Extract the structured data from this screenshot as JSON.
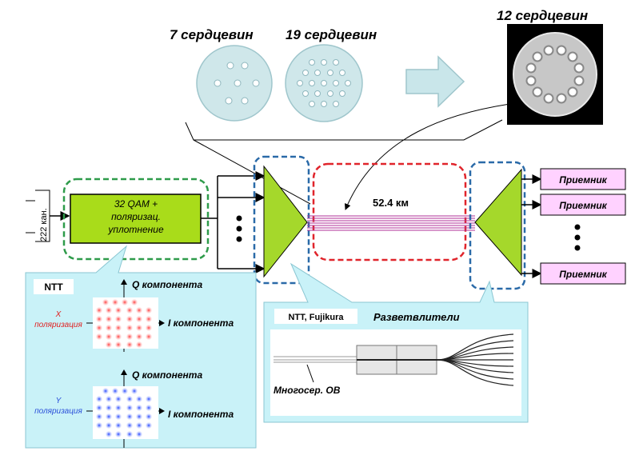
{
  "fiber_types": {
    "seven_core": "7 сердцевин",
    "nineteen_core": "19 сердцевин",
    "twelve_core": "12 сердцевин"
  },
  "transmitter": {
    "channels": "222 кан.",
    "modulation": [
      "32 QAM +",
      "поляризац.",
      "уплотнение"
    ]
  },
  "link": {
    "distance": "52.4 км"
  },
  "receivers": [
    "Приемник",
    "Приемник",
    "Приемник"
  ],
  "constellation_panel": {
    "org": "NTT",
    "q_axis": "Q компонента",
    "i_axis": "I компонента",
    "x_pol": [
      "X",
      "поляризация"
    ],
    "y_pol": [
      "Y",
      "поляризация"
    ]
  },
  "splitter_panel": {
    "org": "NTT, Fujikura",
    "title": "Разветвлители",
    "fiber_label": "Многосер. ОВ"
  },
  "colors": {
    "fiber_disc": "#cfe7ea",
    "modulator": "#a9dc1a",
    "fan_triangle": "#a5d82b",
    "green_dash": "#2e9b4a",
    "red_dash": "#e0242b",
    "blue_dash": "#2a6aa8",
    "receiver": "#ffd2ff",
    "callout": "#c9f2f8",
    "x_pol": "#e02020",
    "y_pol": "#2a4fd8"
  }
}
